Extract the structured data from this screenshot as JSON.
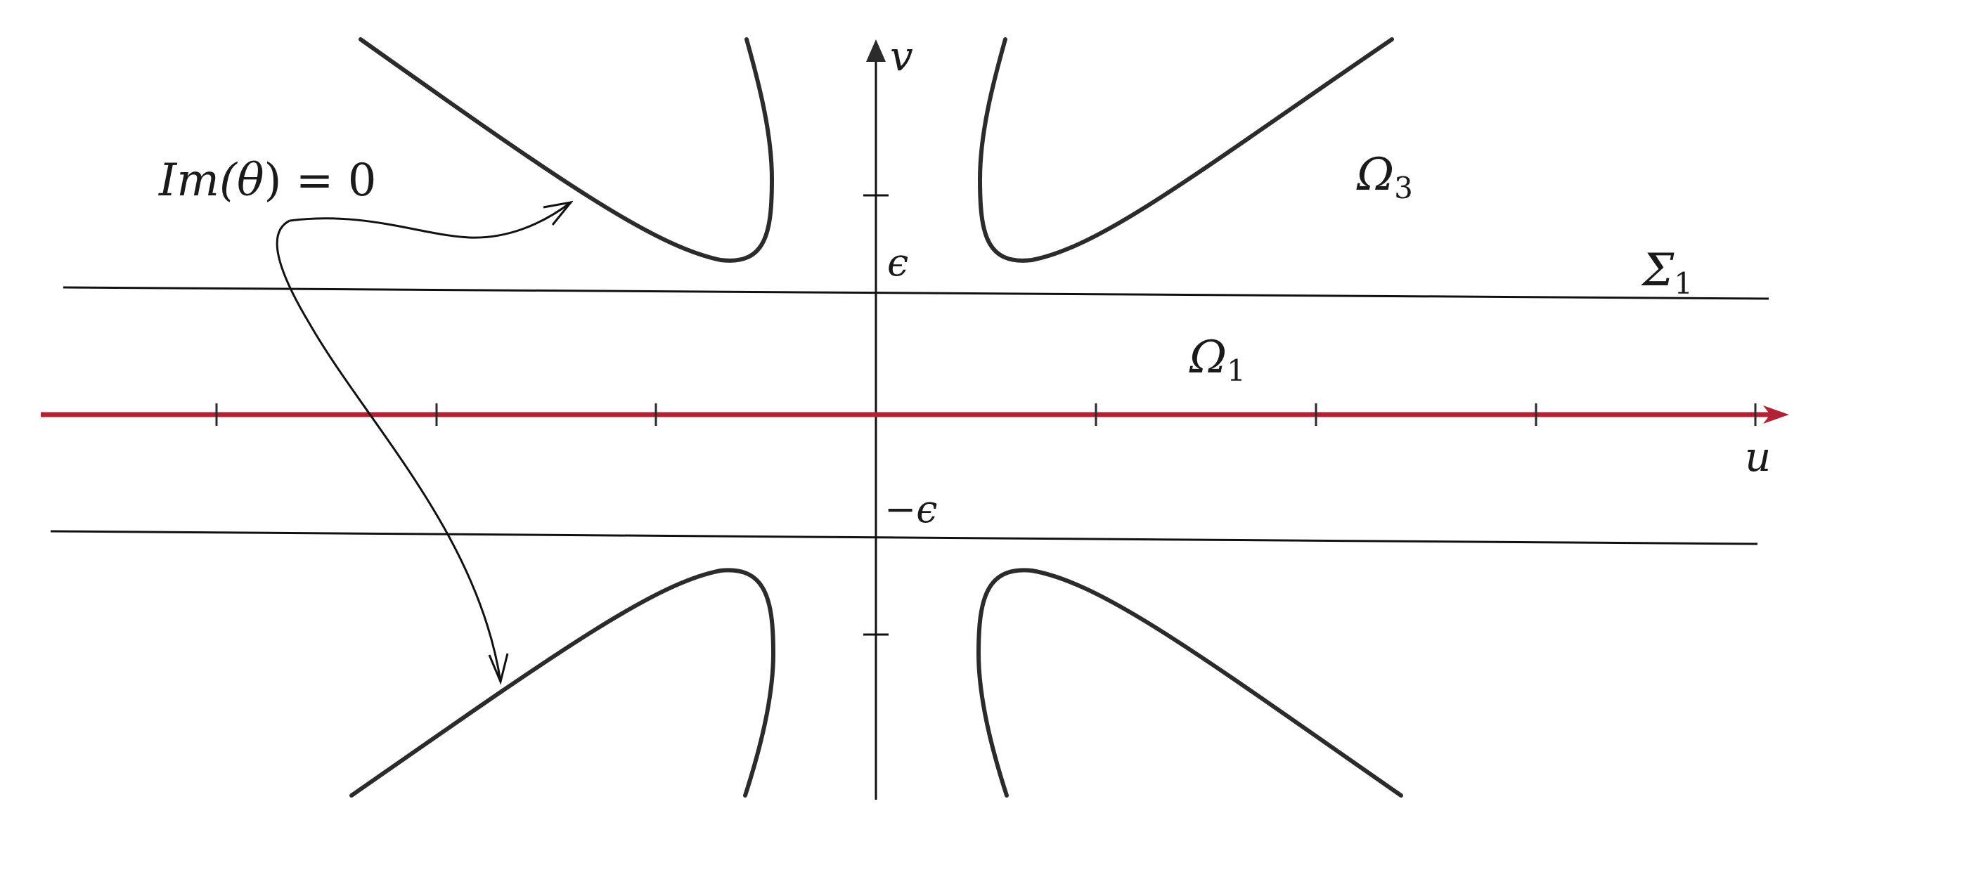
{
  "colors": {
    "real_axis": "#b22234",
    "curves": "#2b2b2b",
    "lines": "#111111"
  },
  "labels": {
    "v_axis": "v",
    "u_axis": "u",
    "eps_pos": "ϵ",
    "eps_neg": "−ϵ",
    "im_theta_prefix": "Im(",
    "theta": "θ",
    "im_theta_suffix": ") = 0",
    "omega": "Ω",
    "omega1_sub": "1",
    "omega3_sub": "3",
    "sigma": "Σ",
    "sigma1_sub": "1"
  }
}
